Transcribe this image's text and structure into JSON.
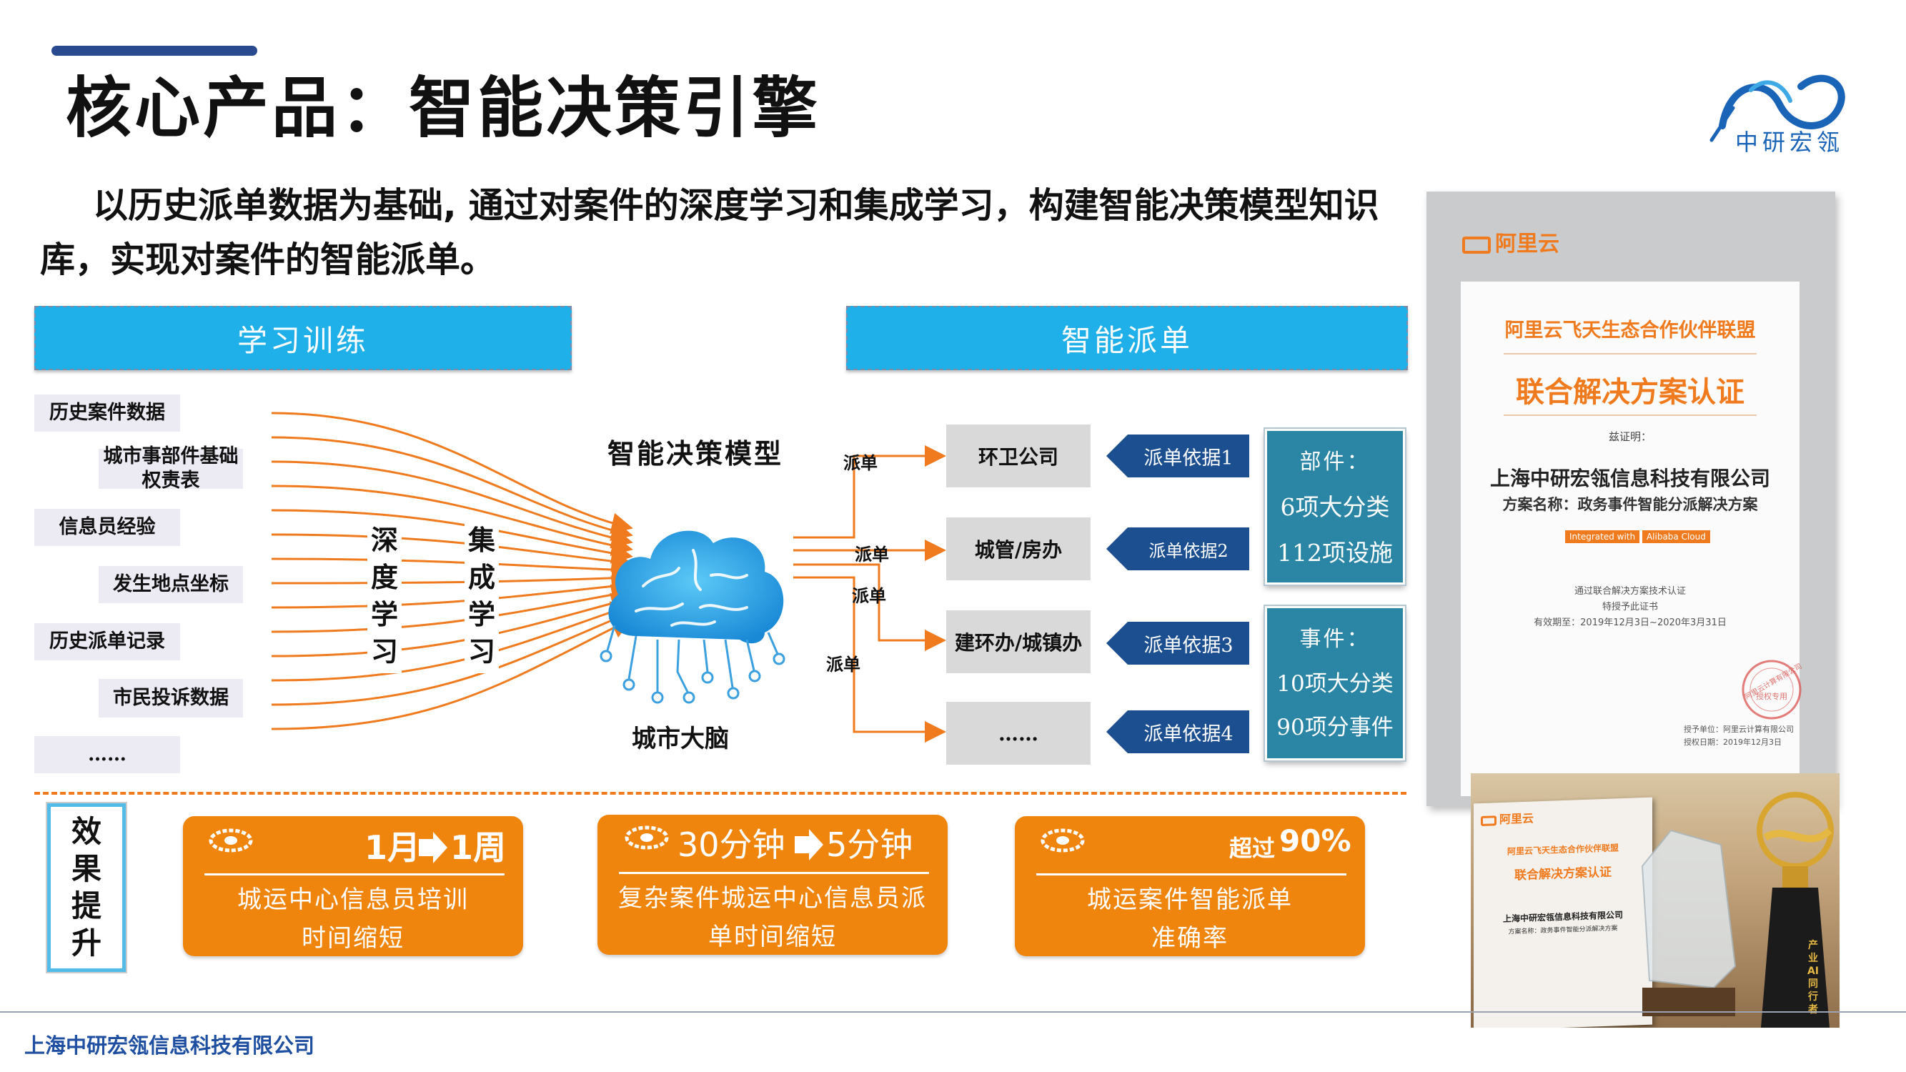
{
  "slide": {
    "title": "核心产品：智能决策引擎",
    "intro": "以历史派单数据为基础, 通过对案件的深度学习和集成学习，构建智能决策模型知识库，实现对案件的智能派单。",
    "footer": "上海中研宏瓴信息科技有限公司"
  },
  "logo": {
    "text": "中研宏瓴",
    "color": "#1a64b8"
  },
  "sections": {
    "training": "学习训练",
    "dispatch": "智能派单"
  },
  "inputs": [
    "历史案件数据",
    "城市事部件基础权责表",
    "信息员经验",
    "发生地点坐标",
    "历史派单记录",
    "市民投诉数据",
    "……"
  ],
  "learning": {
    "deep": "深度学习",
    "ensemble": "集成学习"
  },
  "model": {
    "title": "智能决策模型",
    "brain_label": "城市大脑"
  },
  "dispatch_label": "派单",
  "destinations": [
    "环卫公司",
    "城管/房办",
    "建环办/城镇办",
    "……"
  ],
  "basis": [
    "派单依据1",
    "派单依据2",
    "派单依据3",
    "派单依据4"
  ],
  "panels": {
    "parts": {
      "title": "部件：",
      "line1": "6项大分类",
      "line2": "112项设施"
    },
    "events": {
      "title": "事件：",
      "line1": "10项大分类",
      "line2": "90项分事件"
    }
  },
  "effect_label": "效果提升",
  "metrics": [
    {
      "from": "1月",
      "to": "1周",
      "desc1": "城运中心信息员培训",
      "desc2": "时间缩短"
    },
    {
      "from": "30分钟",
      "to": "5分钟",
      "desc1": "复杂案件城运中心信息员派",
      "desc2": "单时间缩短"
    },
    {
      "prefix": "超过",
      "value": "90%",
      "desc1": "城运案件智能派单",
      "desc2": "准确率"
    }
  ],
  "certificate": {
    "brand": "阿里云",
    "alliance": "阿里云飞天生态合作伙伴联盟",
    "title": "联合解决方案认证",
    "certify": "兹证明：",
    "company": "上海中研宏瓴信息科技有限公司",
    "solution": "方案名称：政务事件智能分派解决方案",
    "integrated": "Integrated with",
    "alibaba_cloud": "Alibaba Cloud",
    "passed": "通过联合解决方案技术认证",
    "granted": "特授予此证书",
    "validity": "有效期至：2019年12月3日~2020年3月31日",
    "seal": "阿里云计算有限公司",
    "seal_sub": "授权专用",
    "grantor": "授予单位：阿里云计算有限公司",
    "grant_date": "授权日期：2019年12月3日"
  },
  "photo": {
    "brand": "阿里云",
    "alliance": "阿里云飞天生态合作伙伴联盟",
    "title": "联合解决方案认证",
    "company": "上海中研宏瓴信息科技有限公司",
    "solution": "方案名称：政务事件智能分派解决方案",
    "trophy_text": "产业AI同行者"
  },
  "colors": {
    "accent_blue": "#1fb0ea",
    "orange": "#f0850e",
    "teal": "#2a86a4",
    "navy": "#1c4f8f",
    "dark_blue": "#2a4a8f"
  }
}
